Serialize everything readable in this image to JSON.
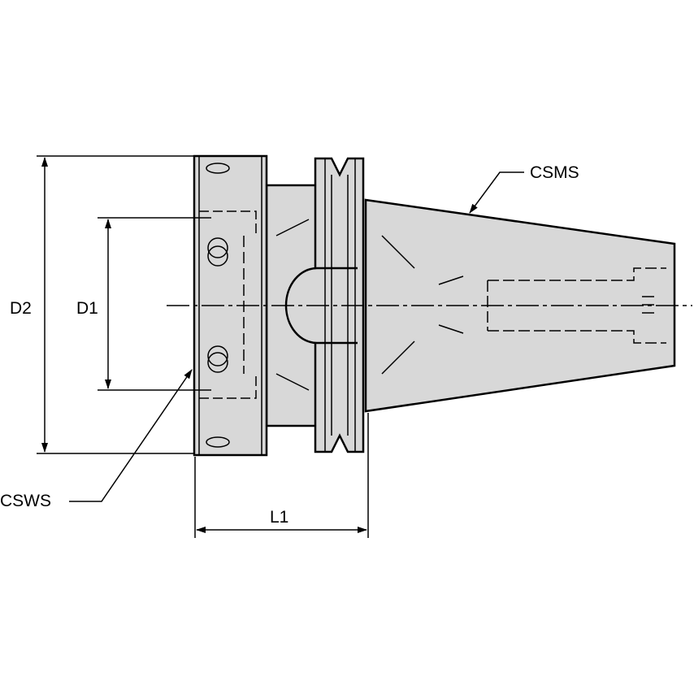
{
  "dimensions": {
    "d2": "D2",
    "d1": "D1",
    "l1": "L1"
  },
  "callouts": {
    "csms": "CSMS",
    "csws": "CSWS"
  },
  "colors": {
    "body_fill": "#d8d8d8",
    "line": "#000000"
  }
}
